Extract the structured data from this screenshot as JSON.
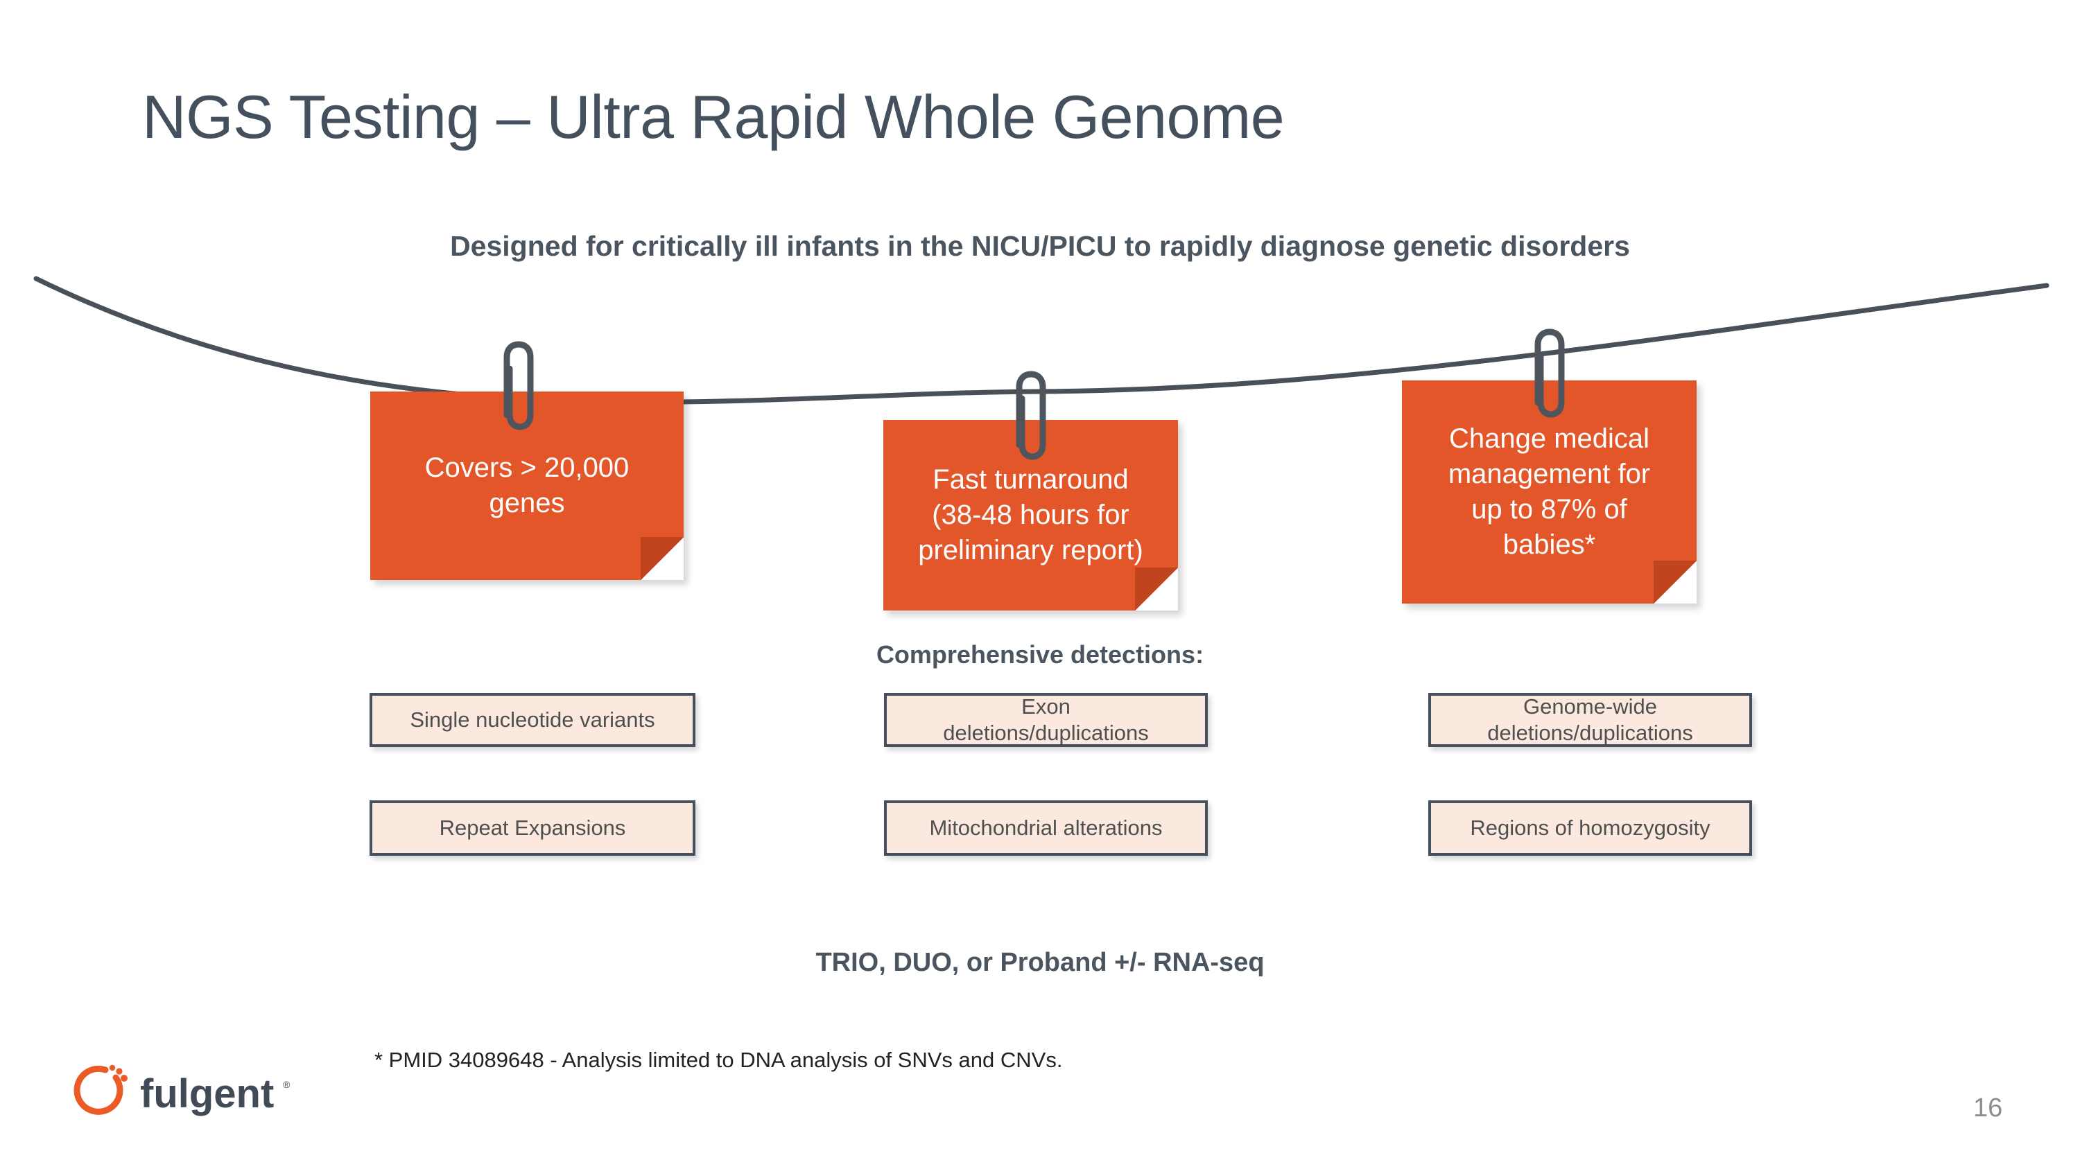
{
  "slide": {
    "title": "NGS Testing – Ultra Rapid Whole Genome",
    "subtitle": "Designed for critically ill infants in the NICU/PICU to rapidly diagnose genetic disorders",
    "page_number": "16",
    "footnote": "* PMID 34089648 - Analysis limited to DNA analysis of SNVs and CNVs.",
    "summary_line": "TRIO, DUO, or Proband +/- RNA-seq"
  },
  "colors": {
    "card_orange": "#e2562a",
    "card_fold_orange": "#c0441e",
    "heading_slate": "#44505e",
    "detbox_fill": "#fbe9e0",
    "detbox_border": "#44505e",
    "clip_gray": "#4f555c",
    "wire_gray": "#4a5058",
    "logo_orange": "#ea5b26",
    "logo_slate": "#414b57",
    "page_number_gray": "#8d8d8d"
  },
  "cards": [
    {
      "id": "card-1",
      "line1": "Covers > 20,000",
      "line2": "genes",
      "line3": "",
      "line4": "",
      "clip": "paperclip-icon"
    },
    {
      "id": "card-2",
      "line1": "Fast turnaround",
      "line2": "(38-48 hours for",
      "line3": "preliminary report)",
      "line4": "",
      "clip": "paperclip-icon"
    },
    {
      "id": "card-3",
      "line1": "Change medical",
      "line2": "management for",
      "line3": "up to 87% of",
      "line4": "babies*",
      "clip": "paperclip-icon"
    }
  ],
  "detections": {
    "heading": "Comprehensive detections:",
    "items": [
      {
        "line1": "Single nucleotide variants",
        "line2": ""
      },
      {
        "line1": "Exon",
        "line2": "deletions/duplications"
      },
      {
        "line1": "Genome-wide",
        "line2": "deletions/duplications"
      },
      {
        "line1": "Repeat Expansions",
        "line2": ""
      },
      {
        "line1": "Mitochondrial alterations",
        "line2": ""
      },
      {
        "line1": "Regions of homozygosity",
        "line2": ""
      }
    ]
  },
  "logo": {
    "wordmark": "fulgent",
    "registered_mark": "®",
    "icon": "fulgent-circle-icon"
  }
}
